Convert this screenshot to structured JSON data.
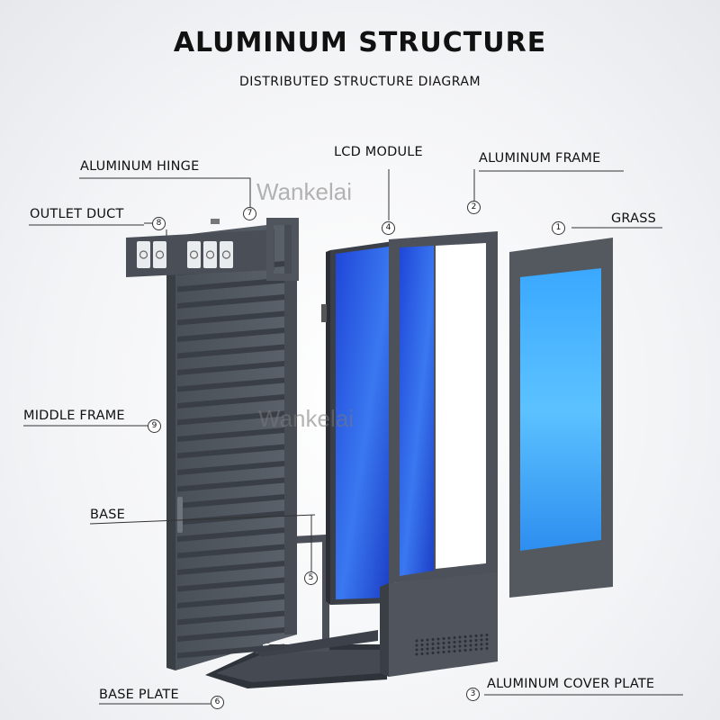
{
  "title": "ALUMINUM STRUCTURE",
  "subtitle": "DISTRIBUTED STRUCTURE DIAGRAM",
  "watermark": "Wankelai",
  "parts": [
    {
      "num": "1",
      "label": "GRASS"
    },
    {
      "num": "2",
      "label": "ALUMINUM FRAME"
    },
    {
      "num": "3",
      "label": "ALUMINUM COVER PLATE"
    },
    {
      "num": "4",
      "label": "LCD MODULE"
    },
    {
      "num": "5",
      "label": "BASE"
    },
    {
      "num": "6",
      "label": "BASE PLATE"
    },
    {
      "num": "7",
      "label": "ALUMINUM HINGE"
    },
    {
      "num": "8",
      "label": "OUTLET DUCT"
    },
    {
      "num": "9",
      "label": "MIDDLE FRAME"
    }
  ],
  "colors": {
    "frame": "#545a63",
    "frame_dark": "#3d424a",
    "screen": "#2a55e0",
    "glass_screen": "#4fb4ff",
    "background": "#f3f4f6"
  }
}
